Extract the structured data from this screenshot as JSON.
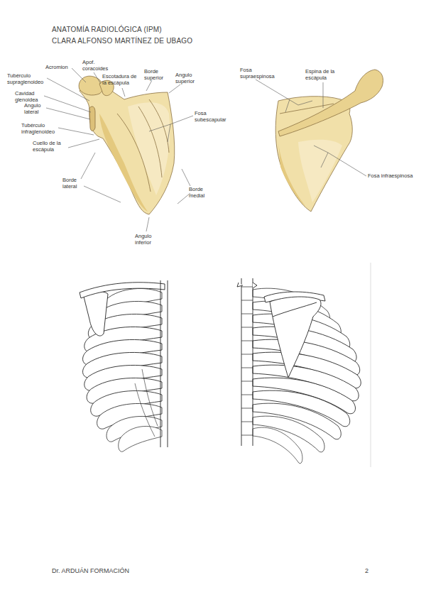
{
  "diagram": {
    "labels": [
      "ANATOMÍA RADIOLÓGICA (IPM)",
      "CLARA ALFONSO MARTÍNEZ DE UBAGO",
      "Acromion",
      "Apof. coracoides",
      "Tubérculo supraglenoideo",
      "Cavidad glenoidea",
      "Angulo lateral",
      "Tubérculo infraglenoideo",
      "Cuello de la escápula",
      "Borde lateral",
      "Escotadura de la escápula",
      "Borde superior",
      "Angulo superior",
      "Fosa subescapular",
      "Borde medial",
      "Angulo inferior",
      "Fosa supraespinosa",
      "Espina de la escápula",
      "Fosa infraespinosa",
      "Dr. ARDUÁN FORMACIÓN",
      "2"
    ]
  }
}
